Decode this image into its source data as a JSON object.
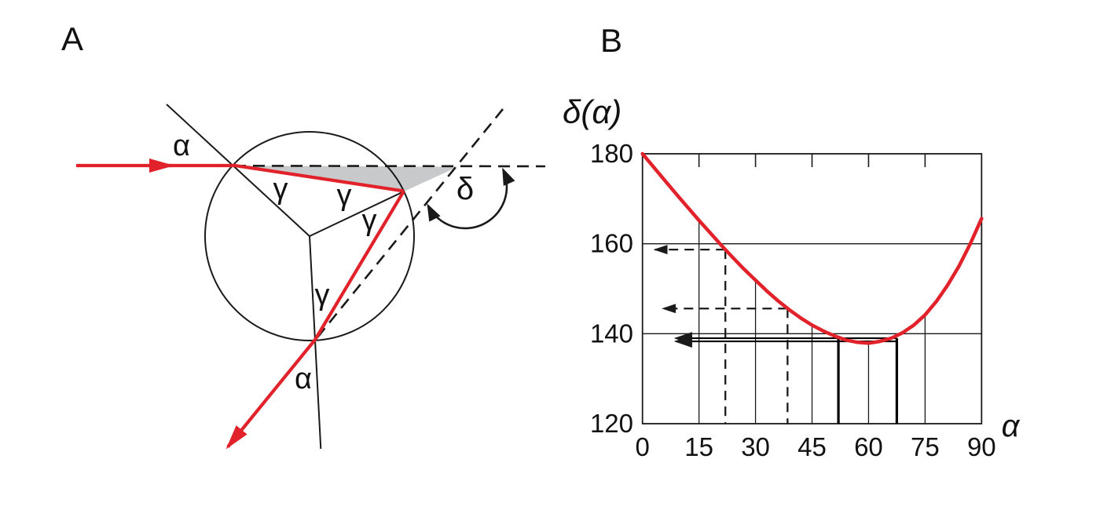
{
  "figure": {
    "panel_a_label": "A",
    "panel_b_label": "B"
  },
  "colors": {
    "ray_red": "#e2222a",
    "line_black": "#1a1a1a",
    "shaded_gray": "#c8c9ca",
    "background": "#ffffff"
  },
  "panel_a": {
    "incidence_angle_label": "α",
    "refraction_angle_label": "γ",
    "deviation_angle_label": "δ",
    "exit_angle_label": "α"
  },
  "chart": {
    "title": "δ(α)",
    "x_axis_label": "α",
    "y_tick_labels": [
      "180",
      "160",
      "140",
      "120"
    ],
    "x_tick_labels": [
      "0",
      "15",
      "30",
      "45",
      "60",
      "75",
      "90"
    ]
  },
  "chart_data": {
    "type": "line",
    "title": "δ(α)",
    "xlabel": "α",
    "ylabel": "δ(α)",
    "xlim": [
      0,
      90
    ],
    "ylim": [
      120,
      180
    ],
    "x_ticks": [
      0,
      15,
      30,
      45,
      60,
      75,
      90
    ],
    "y_ticks": [
      180,
      160,
      140,
      120
    ],
    "gridlines_y": [
      160,
      140
    ],
    "grid": "partial",
    "legend": "none",
    "curve_color": "#e2222a",
    "curve_points": [
      [
        0,
        180.0
      ],
      [
        3,
        177.0
      ],
      [
        6,
        174.0
      ],
      [
        9,
        171.0
      ],
      [
        12,
        168.1
      ],
      [
        15,
        165.2
      ],
      [
        18,
        162.4
      ],
      [
        21,
        159.6
      ],
      [
        24,
        156.9
      ],
      [
        27,
        154.3
      ],
      [
        30,
        151.9
      ],
      [
        33,
        149.5
      ],
      [
        36,
        147.3
      ],
      [
        39,
        145.3
      ],
      [
        42,
        143.5
      ],
      [
        45,
        141.9
      ],
      [
        48,
        140.6
      ],
      [
        51,
        139.5
      ],
      [
        54,
        138.6
      ],
      [
        57,
        138.1
      ],
      [
        60,
        137.9
      ],
      [
        63,
        138.3
      ],
      [
        66,
        139.0
      ],
      [
        69,
        140.2
      ],
      [
        72,
        141.9
      ],
      [
        75,
        144.2
      ],
      [
        78,
        147.2
      ],
      [
        81,
        150.8
      ],
      [
        84,
        155.0
      ],
      [
        87,
        160.0
      ],
      [
        90,
        165.6
      ]
    ],
    "drop_lines": [
      {
        "alpha": 15,
        "delta": 165.2
      },
      {
        "alpha": 30,
        "delta": 151.9
      },
      {
        "alpha": 45,
        "delta": 141.9
      },
      {
        "alpha": 60,
        "delta": 137.9
      },
      {
        "alpha": 75,
        "delta": 144.2
      }
    ],
    "bold_drop_lines": [
      {
        "alpha": 52,
        "delta": 139.0
      },
      {
        "alpha": 67.5,
        "delta": 139.0
      }
    ],
    "dashed_mappings": [
      {
        "alpha": 22,
        "delta": 158.7,
        "tip_alpha": 3.3
      },
      {
        "alpha": 38.5,
        "delta": 145.6,
        "tip_alpha": 5.5
      }
    ],
    "double_arrow": {
      "deltas": [
        139.0,
        138.3
      ],
      "from_alpha": 67.5,
      "tip_alpha": 8.8
    }
  }
}
